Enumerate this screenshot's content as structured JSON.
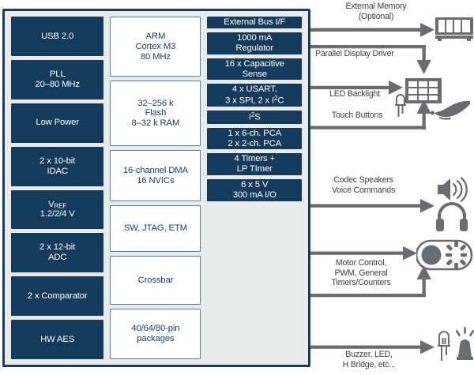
{
  "diagram": {
    "title": "Microcontroller SoC block diagram",
    "colors": {
      "block_dark": "#143a5c",
      "block_light": "#ffffff",
      "block_border": "#5b7e9e",
      "soc_outline": "#1b3c5e",
      "soc_fill": "#e9eaea",
      "arrow": "#6b6c6e",
      "label_text": "#3f4041"
    },
    "columns": [
      {
        "name": "left-column",
        "cells": [
          {
            "style": "dark",
            "lines": [
              "USB 2.0"
            ]
          },
          {
            "style": "dark",
            "lines": [
              "PLL",
              "20–80 MHz"
            ]
          },
          {
            "style": "dark",
            "lines": [
              "Low Power"
            ]
          },
          {
            "style": "dark",
            "lines": [
              "2 x 10-bit",
              "IDAC"
            ]
          },
          {
            "style": "dark",
            "lines": [
              "VREF",
              "1.2/2/4 V"
            ],
            "html": "V<span class=\"sub\">REF</span><br>1.2/2/4 V"
          },
          {
            "style": "dark",
            "lines": [
              "2 x 12-bit",
              "ADC"
            ]
          },
          {
            "style": "dark",
            "lines": [
              "2 x Comparator"
            ]
          },
          {
            "style": "dark",
            "lines": [
              "HW AES"
            ]
          }
        ]
      },
      {
        "name": "middle-column",
        "cells": [
          {
            "style": "light",
            "lines": [
              "ARM",
              "Cortex M3",
              "80 MHz"
            ]
          },
          {
            "style": "light",
            "lines": [
              "32–256 k",
              "Flash",
              "8–32 k RAM"
            ]
          },
          {
            "style": "light",
            "lines": [
              "16-channel DMA",
              "16 NVICs"
            ]
          },
          {
            "style": "light",
            "lines": [
              "SW, JTAG, ETM"
            ]
          },
          {
            "style": "light",
            "lines": [
              "Crossbar"
            ]
          },
          {
            "style": "light",
            "lines": [
              "40/64/80-pin",
              "packages"
            ]
          }
        ]
      },
      {
        "name": "right-column",
        "cells": [
          {
            "style": "dark",
            "lines": [
              "External Bus I/F"
            ]
          },
          {
            "style": "dark",
            "lines": [
              "1000 mA",
              "Regulator"
            ]
          },
          {
            "style": "dark",
            "lines": [
              "16 x Capacitive",
              "Sense"
            ]
          },
          {
            "style": "dark",
            "lines": [
              "4 x USART,",
              "3 x SPI, 2 x I2C"
            ],
            "html": "4 x USART,<br>3 x SPI, 2 x I<span class=\"sup\">2</span>C"
          },
          {
            "style": "dark",
            "lines": [
              "I2S"
            ],
            "html": "I<span class=\"sup\">2</span>S"
          },
          {
            "style": "dark",
            "lines": [
              "1 x 6-ch. PCA",
              "2 x 2-ch. PCA"
            ]
          },
          {
            "style": "dark",
            "lines": [
              "4 Timers +",
              "LP TImer"
            ]
          },
          {
            "style": "dark",
            "lines": [
              "6 x 5 V",
              "300 mA I/O"
            ]
          }
        ]
      }
    ],
    "peripherals": [
      {
        "name": "external-memory",
        "label": "External Memory\n(Optional)",
        "direction": "out",
        "icon": "memory-module-icon"
      },
      {
        "name": "parallel-display-driver",
        "label": "Parallel Display Driver",
        "direction": "out-down",
        "icon": "display-panel-icon"
      },
      {
        "name": "led-backlight",
        "label": "LED Backlight",
        "direction": "out",
        "icon": "led-icon"
      },
      {
        "name": "touch-buttons",
        "label": "Touch Buttons",
        "direction": "in-up",
        "icon": "hand-touch-icon"
      },
      {
        "name": "codec-speakers",
        "label": "Codec Speakers\nVoice Commands",
        "direction": "out",
        "icon": "speaker-headphone-icon"
      },
      {
        "name": "motor-control",
        "label": "Motor Control,\nPWM, General\nTimers/Counters",
        "direction": "out-in",
        "icon": "motor-icon"
      },
      {
        "name": "buzzer-led",
        "label": "Buzzer, LED,\nH Bridge, etc...",
        "direction": "out",
        "icon": "buzzer-led-icon"
      }
    ]
  }
}
